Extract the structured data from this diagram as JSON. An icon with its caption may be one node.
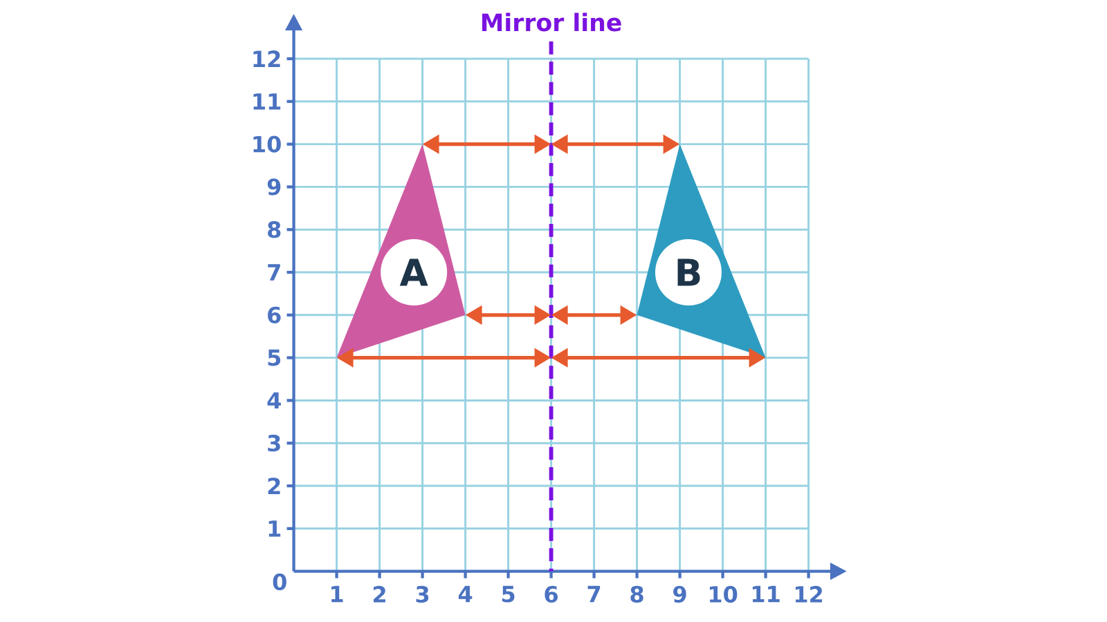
{
  "diagram": {
    "nodes": [
      {
        "text": [
          "A"
        ]
      },
      {
        "text": [
          "B"
        ]
      }
    ],
    "labels": [
      "Mirror line",
      "12",
      "11",
      "10",
      "9",
      "8",
      "7",
      "6",
      "5",
      "4",
      "3",
      "2",
      "1",
      "0",
      "1",
      "2",
      "3",
      "4",
      "5",
      "6",
      "7",
      "8",
      "9",
      "10",
      "11",
      "12"
    ]
  }
}
